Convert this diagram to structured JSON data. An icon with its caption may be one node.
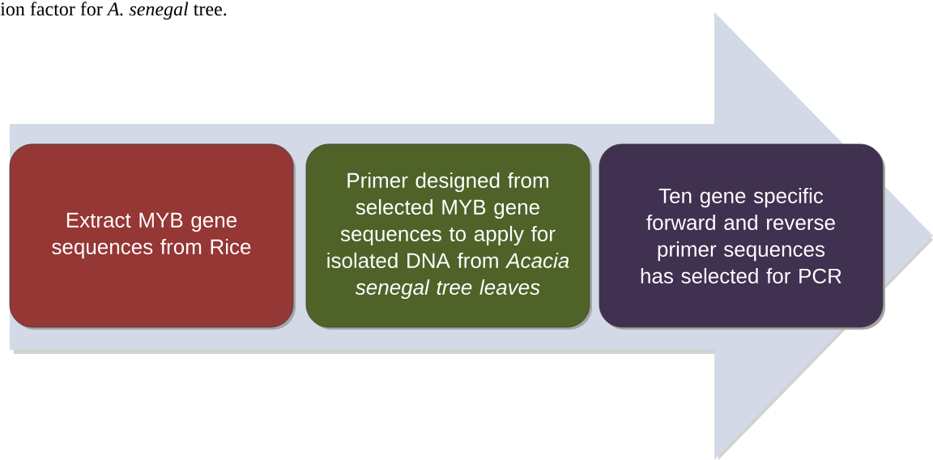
{
  "diagram": {
    "nodes": [
      {
        "text": [
          "Extract MYB gene sequences from Rice"
        ]
      },
      {
        "text": [
          "Primer designed from selected MYB gene sequences to apply for isolated DNA from *Acacia senegal tree leaves*"
        ]
      },
      {
        "text": [
          "Ten gene specific forward and reverse primer sequences has selected for PCR"
        ]
      }
    ],
    "labels": [
      "ion factor for *A. senegal* tree."
    ]
  }
}
